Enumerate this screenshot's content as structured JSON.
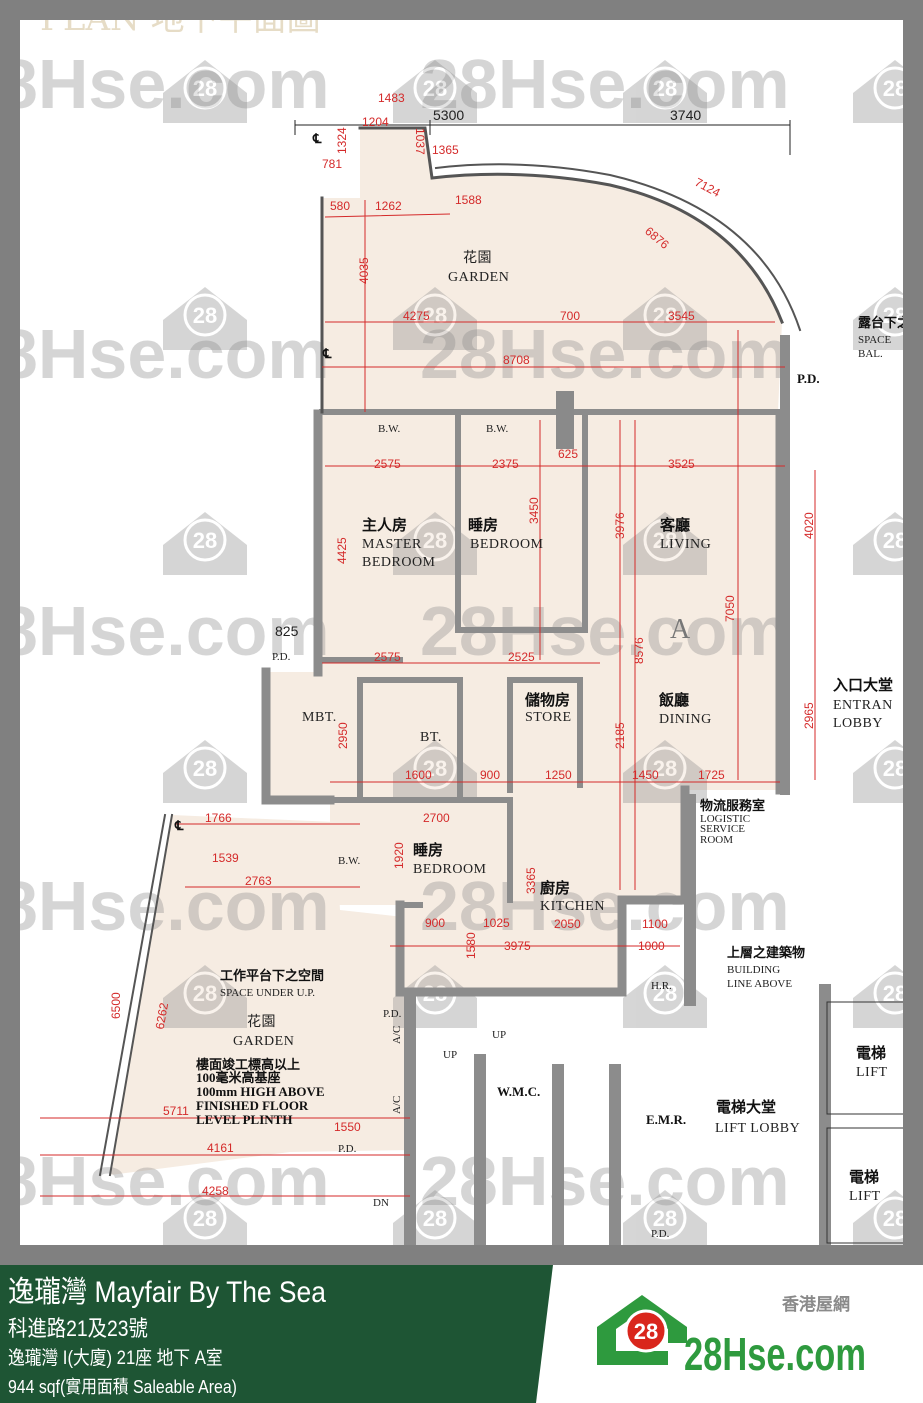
{
  "banner": {
    "title": "逸瓏灣 Mayfair By The Sea",
    "address": "科進路21及23號",
    "unit": "逸瓏灣 I(大廈) 21座 地下 A室",
    "area": "944 sqf(實用面積 Saleable Area)",
    "background_color": "#1e5534"
  },
  "logo": {
    "chinese_name": "香港屋網",
    "badge_number": "28",
    "wordmark": "28Hse.com",
    "brand_color": "#2e9a3e",
    "badge_color": "#d9261c"
  },
  "watermark": {
    "text": "28Hse.com",
    "badge": "28"
  },
  "plan_title_fragment": "PLAN 地下平面圖",
  "rooms": {
    "garden_top_zh": "花園",
    "garden_top_en": "GARDEN",
    "master_zh": "主人房",
    "master_en1": "MASTER",
    "master_en2": "BEDROOM",
    "bed1_zh": "睡房",
    "bed1_en": "BEDROOM",
    "living_zh": "客廳",
    "living_en": "LIVING",
    "unit_letter": "A",
    "dining_zh": "飯廳",
    "dining_en": "DINING",
    "store_zh": "儲物房",
    "store_en": "STORE",
    "mbt": "MBT.",
    "bt": "BT.",
    "bw1": "B.W.",
    "bw2": "B.W.",
    "bw3": "B.W.",
    "bed2_zh": "睡房",
    "bed2_en": "BEDROOM",
    "kitchen_zh": "廚房",
    "kitchen_en": "KITCHEN",
    "garden_low_zh": "花園",
    "garden_low_en": "GARDEN",
    "up_space_zh": "工作平台下之空間",
    "up_space_en": "SPACE UNDER U.P.",
    "plinth_zh1": "樓面竣工標高以上",
    "plinth_zh2": "100毫米高基座",
    "plinth_en1": "100mm HIGH ABOVE",
    "plinth_en2": "FINISHED FLOOR",
    "plinth_en3": "LEVEL PLINTH",
    "space_bal_zh": "露台下之",
    "space_bal_en1": "SPACE",
    "space_bal_en2": "BAL.",
    "pd": "P.D.",
    "entrance_zh": "入口大堂",
    "entrance_en1": "ENTRAN",
    "entrance_en2": "LOBBY",
    "logistic_zh": "物流服務室",
    "logistic_en1": "LOGISTIC",
    "logistic_en2": "SERVICE",
    "logistic_en3": "ROOM",
    "building_line_zh": "上層之建築物",
    "building_line_en1": "BUILDING",
    "building_line_en2": "LINE ABOVE",
    "hr": "H.R.",
    "ac": "A/C",
    "up": "UP",
    "dn": "DN",
    "wmc": "W.M.C.",
    "emr": "E.M.R.",
    "lift_lobby_zh": "電梯大堂",
    "lift_lobby_en": "LIFT LOBBY",
    "lift_zh": "電梯",
    "lift_en": "LIFT",
    "centerline": "℄"
  },
  "dimensions": [
    "1483",
    "5300",
    "3740",
    "1324",
    "1204",
    "781",
    "1037",
    "1365",
    "580",
    "1262",
    "1588",
    "7124",
    "6876",
    "4035",
    "4275",
    "700",
    "3545",
    "8708",
    "2575",
    "2375",
    "3525",
    "625",
    "3450",
    "4425",
    "3976",
    "7050",
    "4020",
    "825",
    "2575",
    "2525",
    "8576",
    "2950",
    "2185",
    "2965",
    "1600",
    "900",
    "1250",
    "1450",
    "1725",
    "1766",
    "2700",
    "1539",
    "2763",
    "1920",
    "3365",
    "2050",
    "3975",
    "1000",
    "1100",
    "6500",
    "6262",
    "5711",
    "1550",
    "4161",
    "4258",
    "1580",
    "900",
    "1025"
  ],
  "colors": {
    "floor": "#f6ece2",
    "wall": "#8c8c8c",
    "dimension": "#d42a2a"
  }
}
